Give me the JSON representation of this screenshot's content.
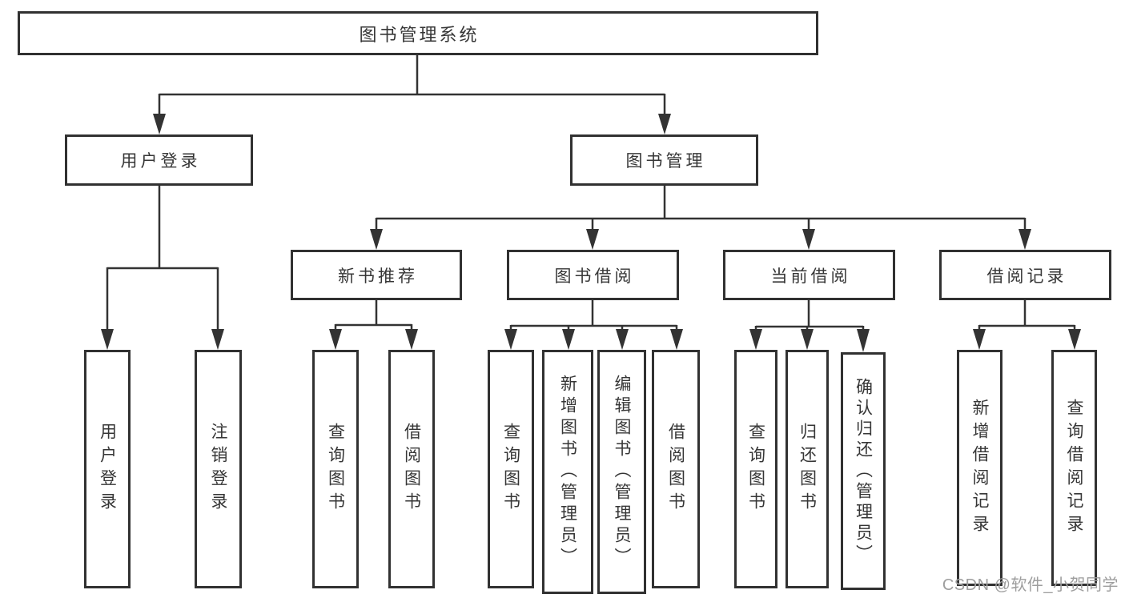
{
  "diagram": {
    "root": "图书管理系统",
    "level2": [
      "用户登录",
      "图书管理"
    ],
    "level3": [
      "新书推荐",
      "图书借阅",
      "当前借阅",
      "借阅记录"
    ],
    "leaves_user_login": [
      "用户登录",
      "注销登录"
    ],
    "leaves_new_books": [
      "查询图书",
      "借阅图书"
    ],
    "leaves_book_borrow": [
      "查询图书",
      "新增图书（管理员）",
      "编辑图书（管理员）",
      "借阅图书"
    ],
    "leaves_current_borrow": [
      "查询图书",
      "归还图书",
      "确认归还（管理员）"
    ],
    "leaves_borrow_records": [
      "新增借阅记录",
      "查询借阅记录"
    ]
  },
  "watermark": {
    "text": "CSDN @软件_小贺同学"
  },
  "colors": {
    "line": "#333333",
    "border": "#313131",
    "text": "#363636",
    "watermark": "#9e9e9e",
    "background": "#ffffff"
  }
}
